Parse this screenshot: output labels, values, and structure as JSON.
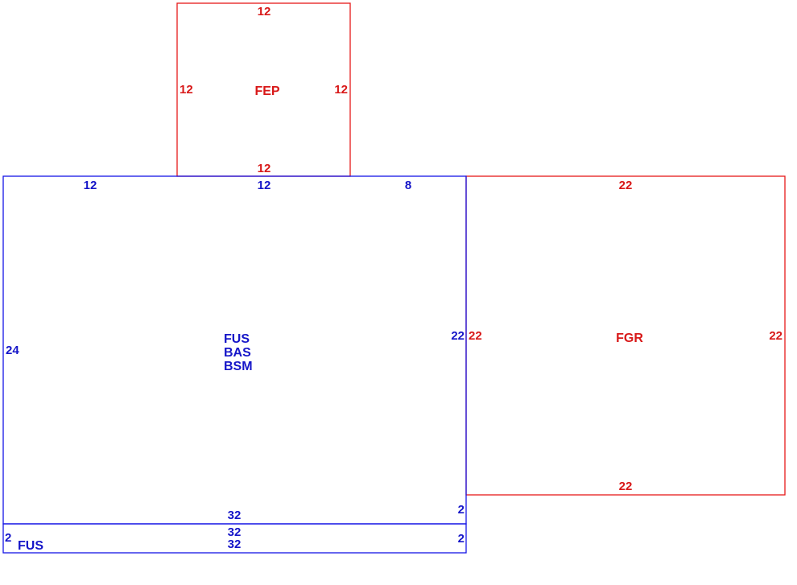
{
  "colors": {
    "living_area": "#1515e6",
    "attachments": "#e61a1a"
  },
  "main": {
    "codes": [
      "FUS",
      "BAS",
      "BSM"
    ],
    "dims": {
      "top_left": "12",
      "top_mid": "12",
      "top_right": "8",
      "left": "24",
      "right": "22",
      "bottom": "32",
      "bottom_right": "2"
    }
  },
  "strip": {
    "code": "FUS",
    "dims": {
      "top": "32",
      "bottom": "32",
      "left": "2",
      "right": "2"
    }
  },
  "porch": {
    "code": "FEP",
    "dims": {
      "top": "12",
      "bottom": "12",
      "left": "12",
      "right": "12"
    }
  },
  "garage": {
    "code": "FGR",
    "dims": {
      "top": "22",
      "bottom": "22",
      "left": "22",
      "right": "22"
    }
  }
}
